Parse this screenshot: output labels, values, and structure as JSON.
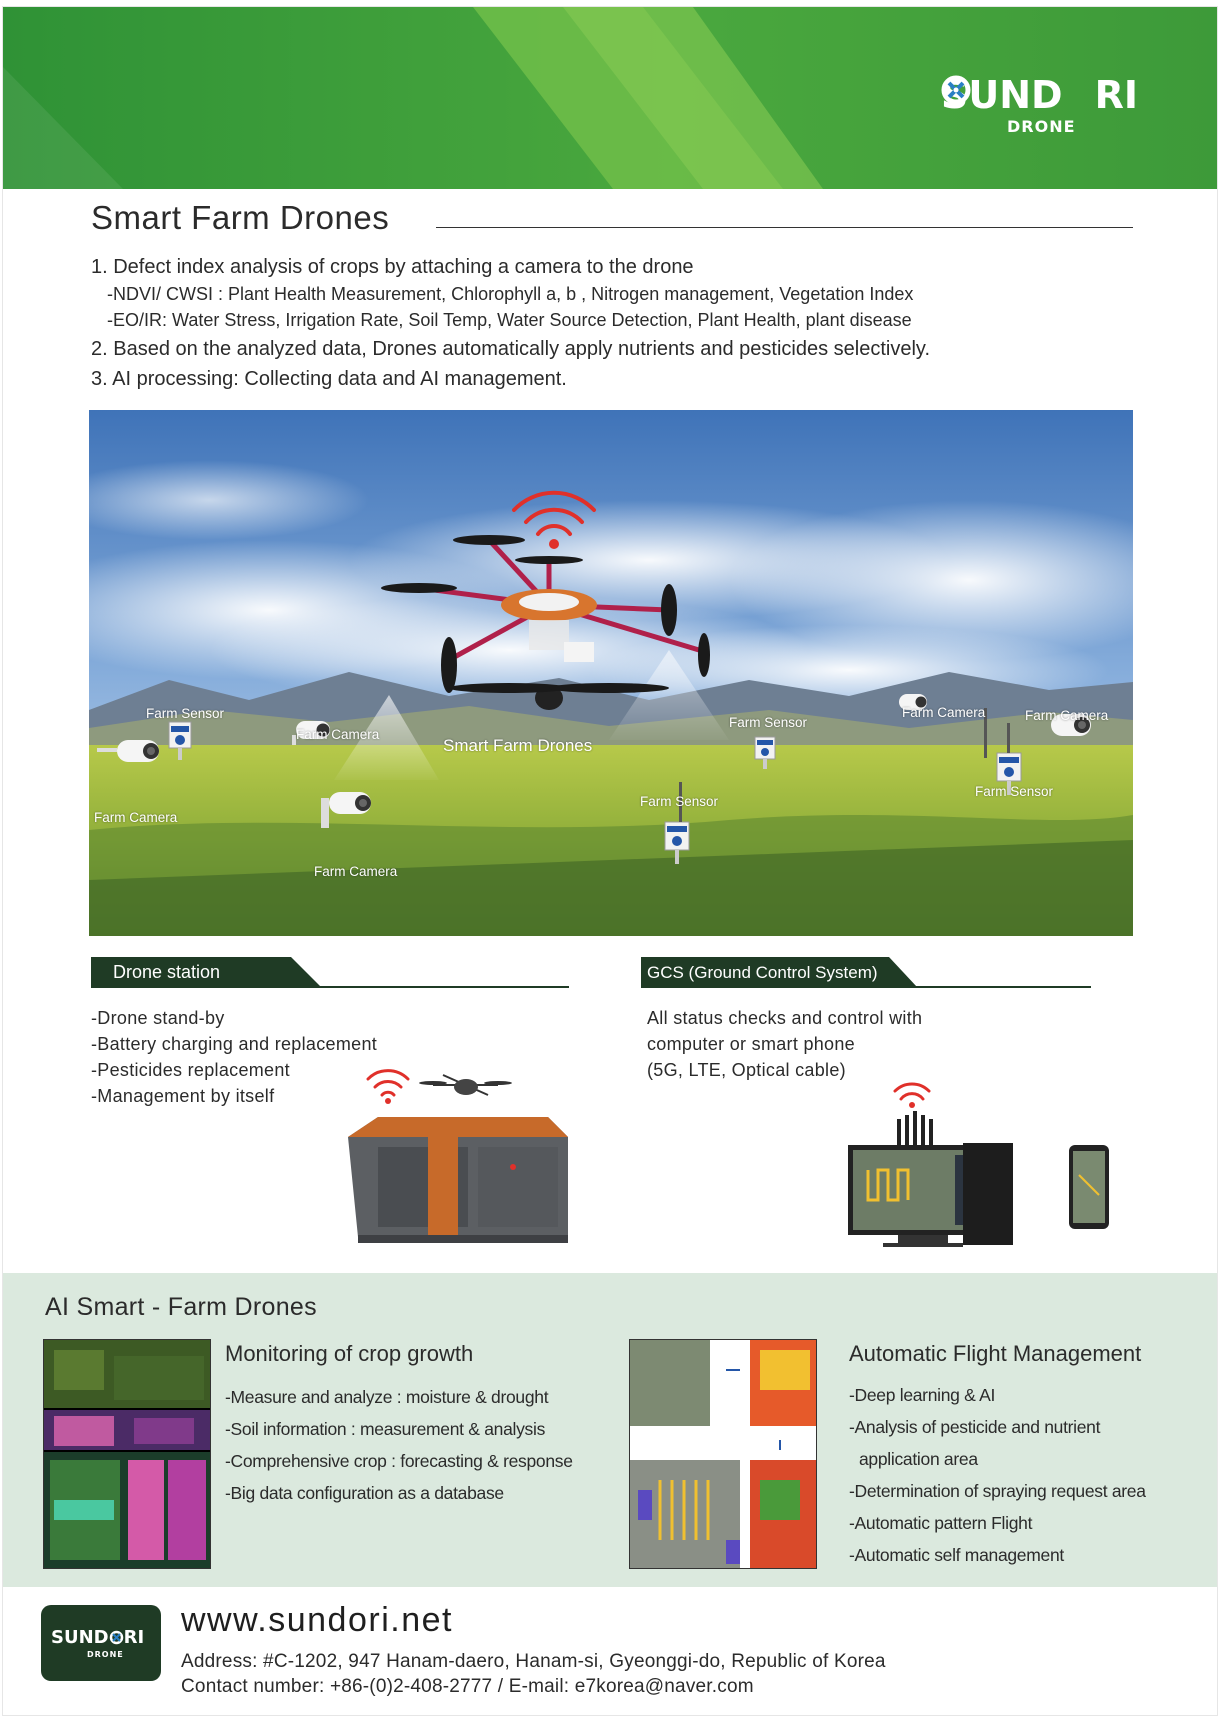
{
  "brand": {
    "name_left": "SUND",
    "name_right": "RI",
    "sub": "DRONE"
  },
  "intro": {
    "title": "Smart Farm Drones",
    "points": [
      "1. Defect index analysis of crops by attaching a camera to the drone",
      "-NDVI/ CWSI : Plant Health Measurement, Chlorophyll a, b , Nitrogen management, Vegetation Index",
      "-EO/IR: Water Stress, Irrigation Rate, Soil Temp, Water Source Detection, Plant Health, plant disease",
      "2. Based on the analyzed data, Drones automatically apply nutrients and pesticides selectively.",
      "3. AI   processing:   Collecting data and AI management."
    ]
  },
  "hero": {
    "center_label": "Smart Farm Drones",
    "labels": [
      "Farm Sensor",
      "Farm Camera",
      "Farm Sensor",
      "Farm Camera",
      "Farm Camera",
      "Farm Camera",
      "Farm Sensor",
      "Farm Sensor",
      "Farm Camera"
    ]
  },
  "drone_station": {
    "tag": "Drone station",
    "items": [
      "-Drone stand-by",
      "-Battery charging and replacement",
      "-Pesticides replacement",
      "-Management by itself"
    ]
  },
  "gcs": {
    "tag": "GCS (Ground Control System)",
    "lines": [
      "All status checks and control with",
      "computer or smart phone",
      "(5G, LTE, Optical cable)"
    ]
  },
  "ai_section": {
    "title": "AI Smart - Farm Drones",
    "monitoring": {
      "heading": "Monitoring of crop growth",
      "items": [
        "-Measure and analyze : moisture & drought",
        "-Soil information : measurement & analysis",
        "-Comprehensive crop : forecasting & response",
        "-Big data configuration as a database"
      ]
    },
    "flight": {
      "heading": "Automatic Flight Management",
      "items": [
        "-Deep learning & AI",
        "-Analysis of pesticide and nutrient",
        "application area",
        "-Determination of spraying request area",
        "-Automatic pattern Flight",
        "-Automatic self management"
      ]
    }
  },
  "footer": {
    "logo_left": "SUND",
    "logo_right": "RI",
    "logo_sub": "DRONE",
    "url": "www.sundori.net",
    "address": "Address: #C-1202, 947 Hanam-daero, Hanam-si, Gyeonggi-do, Republic of Korea",
    "contact": "Contact number: +86-(0)2-408-2777  /  E-mail: e7korea@naver.com"
  },
  "colors": {
    "green_dark": "#2e8f34",
    "green_light": "#7cc24a",
    "tag_dark": "#1f3b25",
    "ai_bg": "#dbe9de",
    "signal_red": "#e0302a"
  }
}
